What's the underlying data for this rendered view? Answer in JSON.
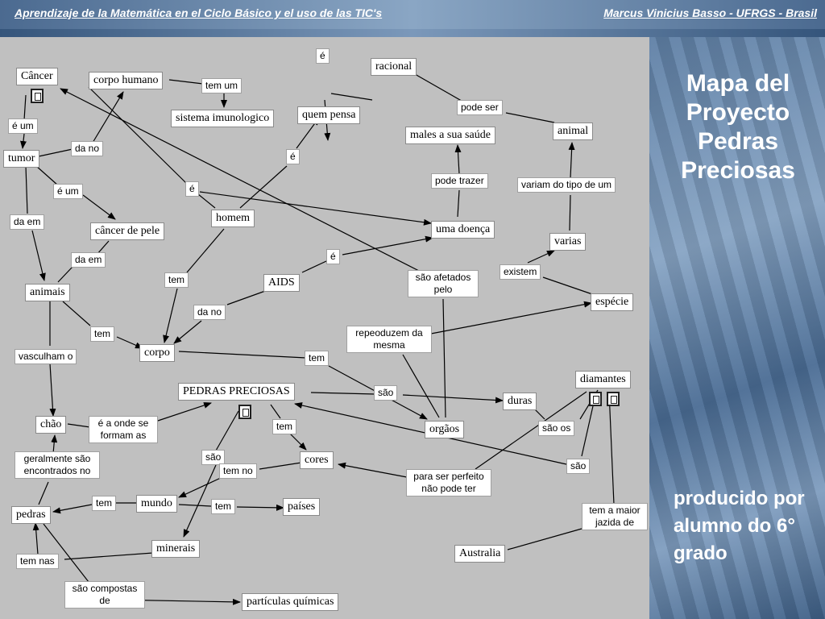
{
  "header": {
    "left_text": "Aprendizaje de la Matemática en el Ciclo Básico y el uso de las TIC's",
    "right_text": "Marcus Vinicius Basso - UFRGS - Brasil"
  },
  "title": "Mapa del Proyecto Pedras Preciosas",
  "subtitle": "producido por alumno do 6° grado",
  "colors": {
    "canvas": "#c0c0c0",
    "node_bg": "#ffffff",
    "edge": "#000000",
    "text_light": "#ffffff"
  },
  "concepts": {
    "cancer": "Câncer",
    "corpo_humano": "corpo humano",
    "sistema_imunologico": "sistema imunologico",
    "quem_pensa": "quem pensa",
    "racional": "racional",
    "males_a_sua_saude": "males a sua saúde",
    "animal": "animal",
    "tumor": "tumor",
    "cancer_de_pele": "câncer de pele",
    "homem": "homem",
    "uma_doenca": "uma doença",
    "varias": "varias",
    "animais": "animais",
    "aids": "AIDS",
    "especie": "espécie",
    "corpo": "corpo",
    "pedras_preciosas": "PEDRAS PRECIOSAS",
    "diamantes": "diamantes",
    "duras": "duras",
    "chao": "chão",
    "orgaos": "orgãos",
    "cores": "cores",
    "mundo": "mundo",
    "paises": "países",
    "pedras": "pedras",
    "minerais": "minerais",
    "australia": "Australia",
    "particulas_quimicas": "partículas químicas"
  },
  "links": {
    "e_top": "é",
    "tem_um": "tem um",
    "e_um_1": "é um",
    "da_no_1": "da no",
    "pode_ser": "pode ser",
    "e_mid": "é",
    "e_um_2": "é um",
    "e_left": "é",
    "pode_trazer": "pode trazer",
    "variam_do_tipo_de_um": "variam do tipo de um",
    "da_em_1": "da em",
    "da_em_2": "da em",
    "e_aids": "é",
    "tem_1": "tem",
    "sao_afetados_pelo": "são afetados pelo",
    "existem": "existem",
    "da_no_2": "da no",
    "tem_2": "tem",
    "repeoduzem_da_mesma": "repeoduzem da mesma",
    "vasculham_o": "vasculham o",
    "tem_3": "tem",
    "sao_1": "são",
    "e_a_onde_se_formam_as": "é a onde se formam as",
    "tem_4": "tem",
    "sao_os": "são os",
    "geralmente_sao_encontrados_no": "geralmente são encontrados no",
    "sao_2": "são",
    "tem_no": "tem no",
    "sao_3": "são",
    "para_ser_perfeito_nao_pode_ter": "para ser perfeito não pode ter",
    "tem_5": "tem",
    "tem_6": "tem",
    "tem_a_maior_jazida_de": "tem a maior jazida de",
    "tem_nas": "tem nas",
    "sao_compostas_de": "são compostas de"
  }
}
